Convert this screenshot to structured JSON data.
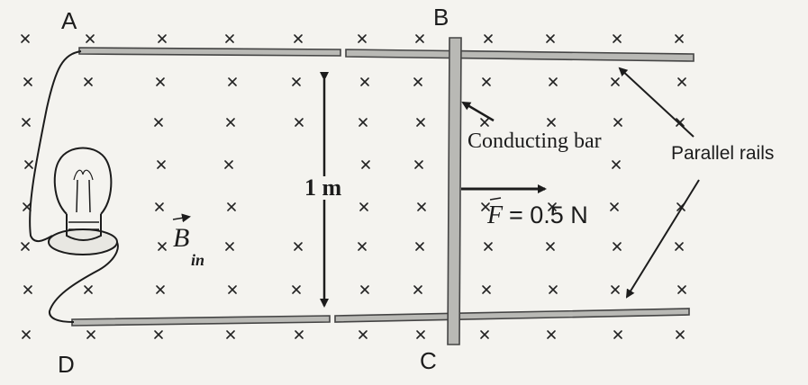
{
  "labels": {
    "corner_a": "A",
    "corner_b": "B",
    "corner_c": "C",
    "corner_d": "D",
    "rail_spacing": "1 m",
    "bar_caption": "Conducting bar",
    "force_symbol": "F",
    "force_value": "= 0.5 N",
    "field_symbol": "B",
    "field_subscript": "in",
    "rails_caption": "Parallel rails"
  },
  "field_marker_glyph": "×",
  "colors": {
    "ink": "#1c1c1c",
    "rail_fill": "#b9b9b5",
    "paper": "#f4f3ef"
  }
}
